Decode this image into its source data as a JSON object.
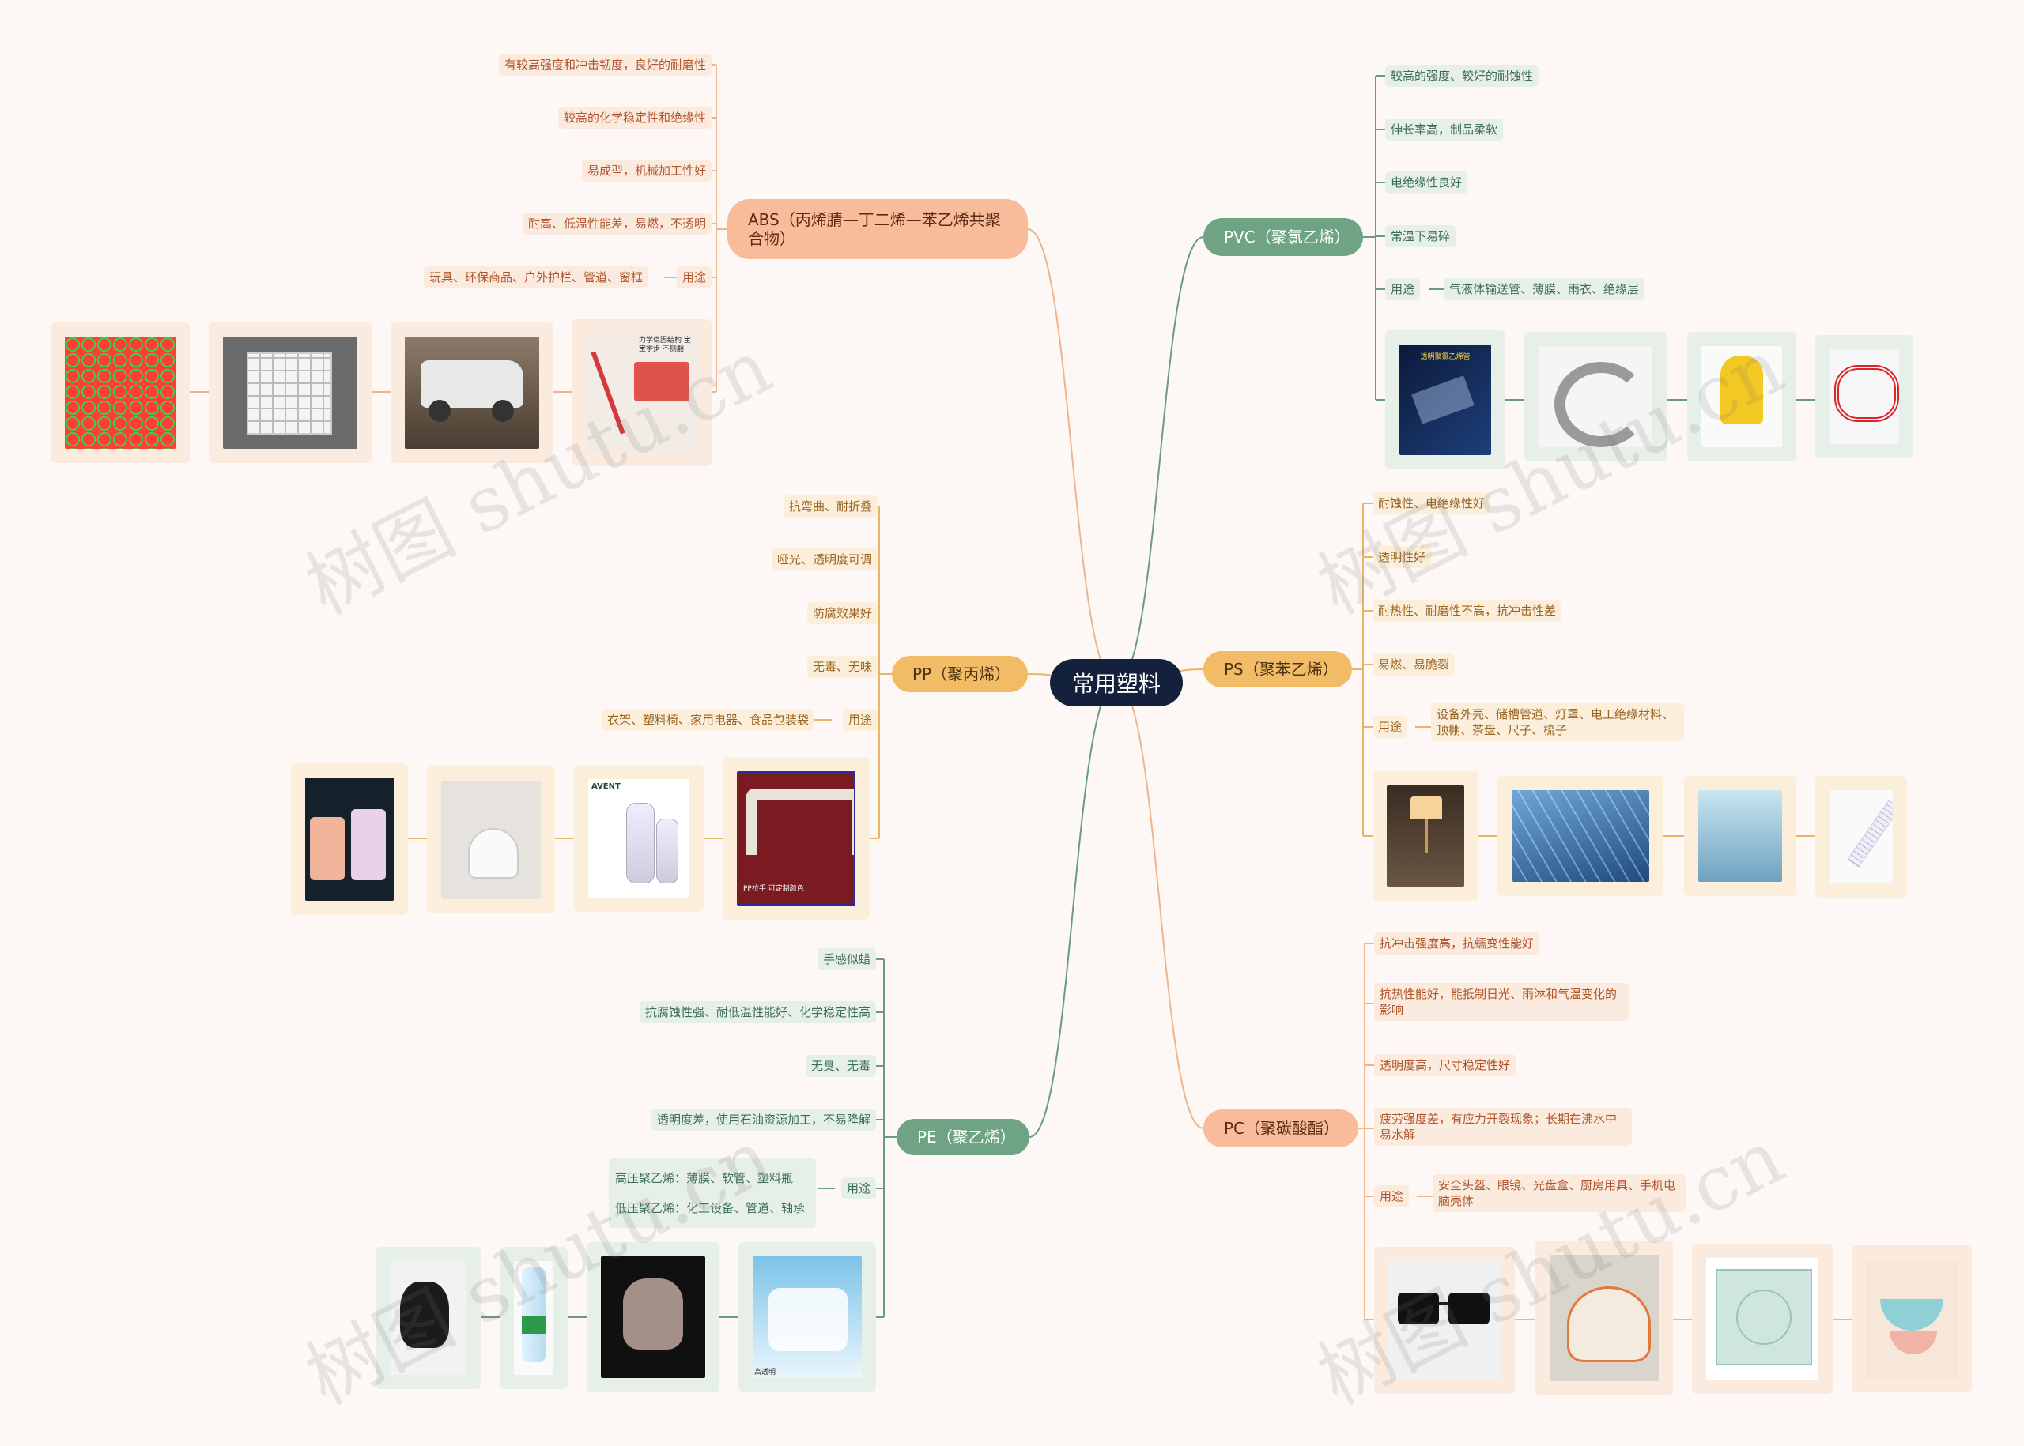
{
  "colors": {
    "background": "#fdf8f5",
    "root": "#14213d",
    "abs": "#f8bc9a",
    "abs_line": "#f0b48c",
    "abs_leaf_bg": "#fbebdf",
    "abs_text": "#b0552b",
    "abs_img_bg": "#fbeee4",
    "pvc": "#6ea483",
    "pvc_line": "#6a9d7d",
    "pvc_leaf_bg": "#e6efe8",
    "pvc_text": "#3c6e50",
    "pvc_img_bg": "#e3eee6",
    "pp": "#f2bc66",
    "pp_line": "#e9b565",
    "pp_leaf_bg": "#fbefdc",
    "pp_text": "#9a6421",
    "pp_img_bg": "#fbefdf",
    "ps": "#f2bc66",
    "ps_leaf_bg": "#fbefdc",
    "ps_text": "#9a6421",
    "pe": "#6ea483",
    "pe_leaf_bg": "#e6efe8",
    "pe_text": "#3c6e50",
    "pc": "#f8bc9a",
    "pc_leaf_bg": "#fbebdf",
    "pc_text": "#b0552b"
  },
  "root": {
    "label": "常用塑料"
  },
  "abs": {
    "label": "ABS（丙烯腈—丁二烯—苯乙烯共聚合物）",
    "props": [
      "有较高强度和冲击韧度，良好的耐磨性",
      "较高的化学稳定性和绝缘性",
      "易成型，机械加工性好",
      "耐高、低温性能差，易燃，不透明"
    ],
    "use_label": "用途",
    "use_text": "玩具、环保商品、户外护栏、管道、窗框",
    "image_icons": [
      "colorful-bottle-caps-icon",
      "white-plastic-shelf-icon",
      "toy-car-icon",
      "toy-cart-icon"
    ],
    "image_captions": [
      "",
      "",
      "",
      "力学稳固结构 宝宝学步 不侧翻"
    ]
  },
  "pvc": {
    "label": "PVC（聚氯乙烯）",
    "props": [
      "较高的强度、较好的耐蚀性",
      "伸长率高，制品柔软",
      "电绝缘性良好",
      "常温下易碎"
    ],
    "use_label": "用途",
    "use_text": "气液体输送管、薄膜、雨衣、绝缘层",
    "image_icons": [
      "clear-pvc-sheet-icon",
      "flexible-hose-icon",
      "raincoat-icon",
      "red-tube-icon"
    ],
    "image_captions": [
      "透明聚氯乙烯管",
      "",
      "",
      ""
    ]
  },
  "pp": {
    "label": "PP（聚丙烯）",
    "props": [
      "抗弯曲、耐折叠",
      "哑光、透明度可调",
      "防腐效果好",
      "无毒、无味"
    ],
    "use_label": "用途",
    "use_text": "衣架、塑料椅、家用电器、食品包装袋",
    "image_icons": [
      "humidifier-icon",
      "electric-pot-icon",
      "baby-bottle-icon",
      "pp-handle-icon"
    ],
    "image_captions": [
      "",
      "",
      "AVENT",
      "PP拉手 可定制颜色"
    ]
  },
  "ps": {
    "label": "PS（聚苯乙烯）",
    "props": [
      "耐蚀性、电绝缘性好",
      "透明性好",
      "耐热性、耐磨性不高，抗冲击性差",
      "易燃、易脆裂"
    ],
    "use_label": "用途",
    "use_text": "设备外壳、储槽管道、灯罩、电工绝缘材料、顶棚、茶盘、尺子、梳子",
    "image_icons": [
      "table-lamp-icon",
      "glass-ceiling-icon",
      "storage-cabinet-icon",
      "ruler-icon"
    ]
  },
  "pe": {
    "label": "PE（聚乙烯）",
    "props": [
      "手感似蜡",
      "抗腐蚀性强、耐低温性能好、化学稳定性高",
      "无臭、无毒",
      "透明度差，使用石油资源加工，不易降解"
    ],
    "use_label": "用途",
    "use_items": [
      "高压聚乙烯：薄膜、软管、塑料瓶",
      "低压聚乙烯：化工设备、管道、轴承"
    ],
    "image_icons": [
      "garbage-bag-icon",
      "water-bottle-icon",
      "plastic-gloves-icon",
      "plastic-film-roll-icon"
    ],
    "image_captions": [
      "",
      "",
      "",
      "高透明"
    ]
  },
  "pc": {
    "label": "PC（聚碳酸酯）",
    "props": [
      "抗冲击强度高，抗蠕变性能好",
      "抗热性能好，能抵制日光、雨淋和气温变化的影响",
      "透明度高，尺寸稳定性好",
      "疲劳强度差，有应力开裂现象；长期在沸水中易水解"
    ],
    "use_label": "用途",
    "use_text": "安全头盔、眼镜、光盘盒、厨房用具、手机电脑壳体",
    "image_icons": [
      "sunglasses-icon",
      "safety-helmet-icon",
      "cd-case-icon",
      "kitchen-colander-icon"
    ]
  },
  "watermark": "树图 shutu.cn"
}
